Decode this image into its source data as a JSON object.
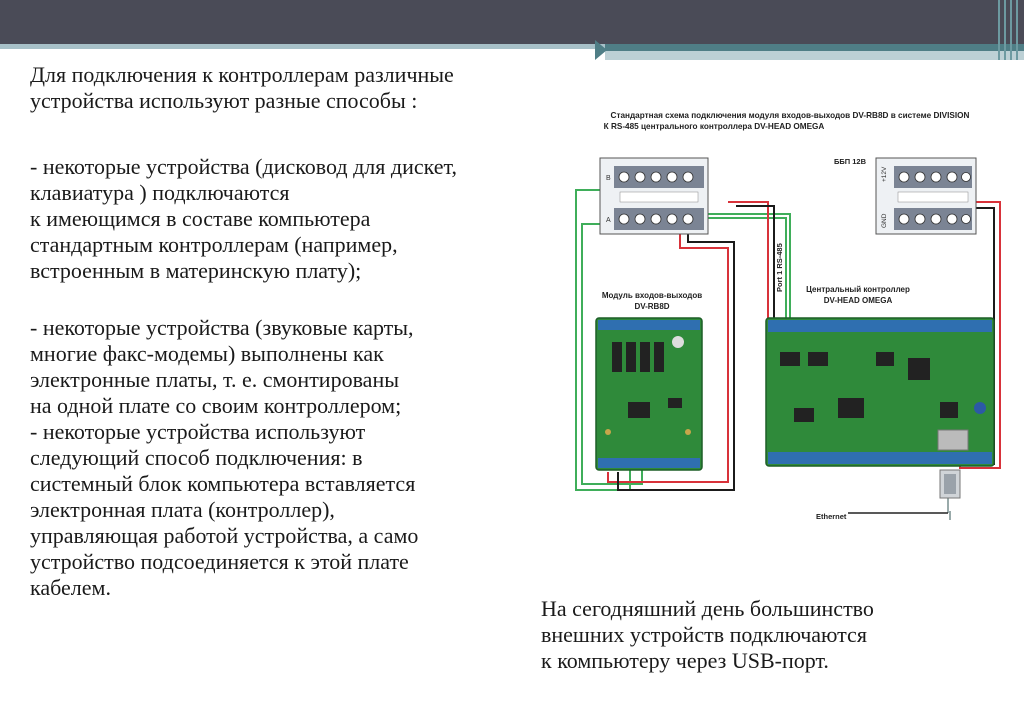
{
  "slide": {
    "intro_lines": [
      "Для подключения к контроллерам различные",
      "устройства используют разные способы :"
    ],
    "bullet1_lines": [
      "- некоторые устройства (дисковод для дискет,",
      "клавиатура ) подключаются",
      "к имеющимся в составе компьютера",
      "стандартным контроллерам (например,",
      "встроенным в материнскую плату);"
    ],
    "bullet2_lines": [
      "- некоторые устройства (звуковые карты,",
      "многие факс-модемы) выполнены как",
      "электронные платы, т. е. смонтированы",
      "на одной плате со своим контроллером;",
      "- некоторые устройства используют",
      "следующий способ подключения: в",
      "системный блок компьютера вставляется",
      "электронная плата (контроллер),",
      "управляющая работой устройства, а само",
      "устройство подсоединяется к этой плате",
      "кабелем."
    ],
    "usb_note_lines": [
      "На сегодняшний день большинство",
      "внешних устройств подключаются",
      "к компьютеру через USB-порт."
    ]
  },
  "diagram": {
    "title_lines": [
      "Стандартная схема подключения модуля входов-выходов DV-RB8D в системе DIVISION",
      "К RS-485 центрального контроллера DV-HEAD OMEGA"
    ],
    "power_label": "ББП 12В",
    "terminal_b": "B",
    "terminal_a": "A",
    "terminal_12v": "+12V",
    "terminal_gnd": "GND",
    "port_label": "Port 1 RS-485",
    "module_title_lines": [
      "Модуль входов-выходов",
      "DV-RB8D"
    ],
    "controller_title_lines": [
      "Центральный контроллер",
      "DV-HEAD OMEGA"
    ],
    "ethernet_label": "Ethernet",
    "colors": {
      "board": "#2f8a3a",
      "wire_red": "#d8323a",
      "wire_green": "#3fae5a",
      "wire_black": "#1b1b1b",
      "terminal": "#7b8494"
    }
  }
}
